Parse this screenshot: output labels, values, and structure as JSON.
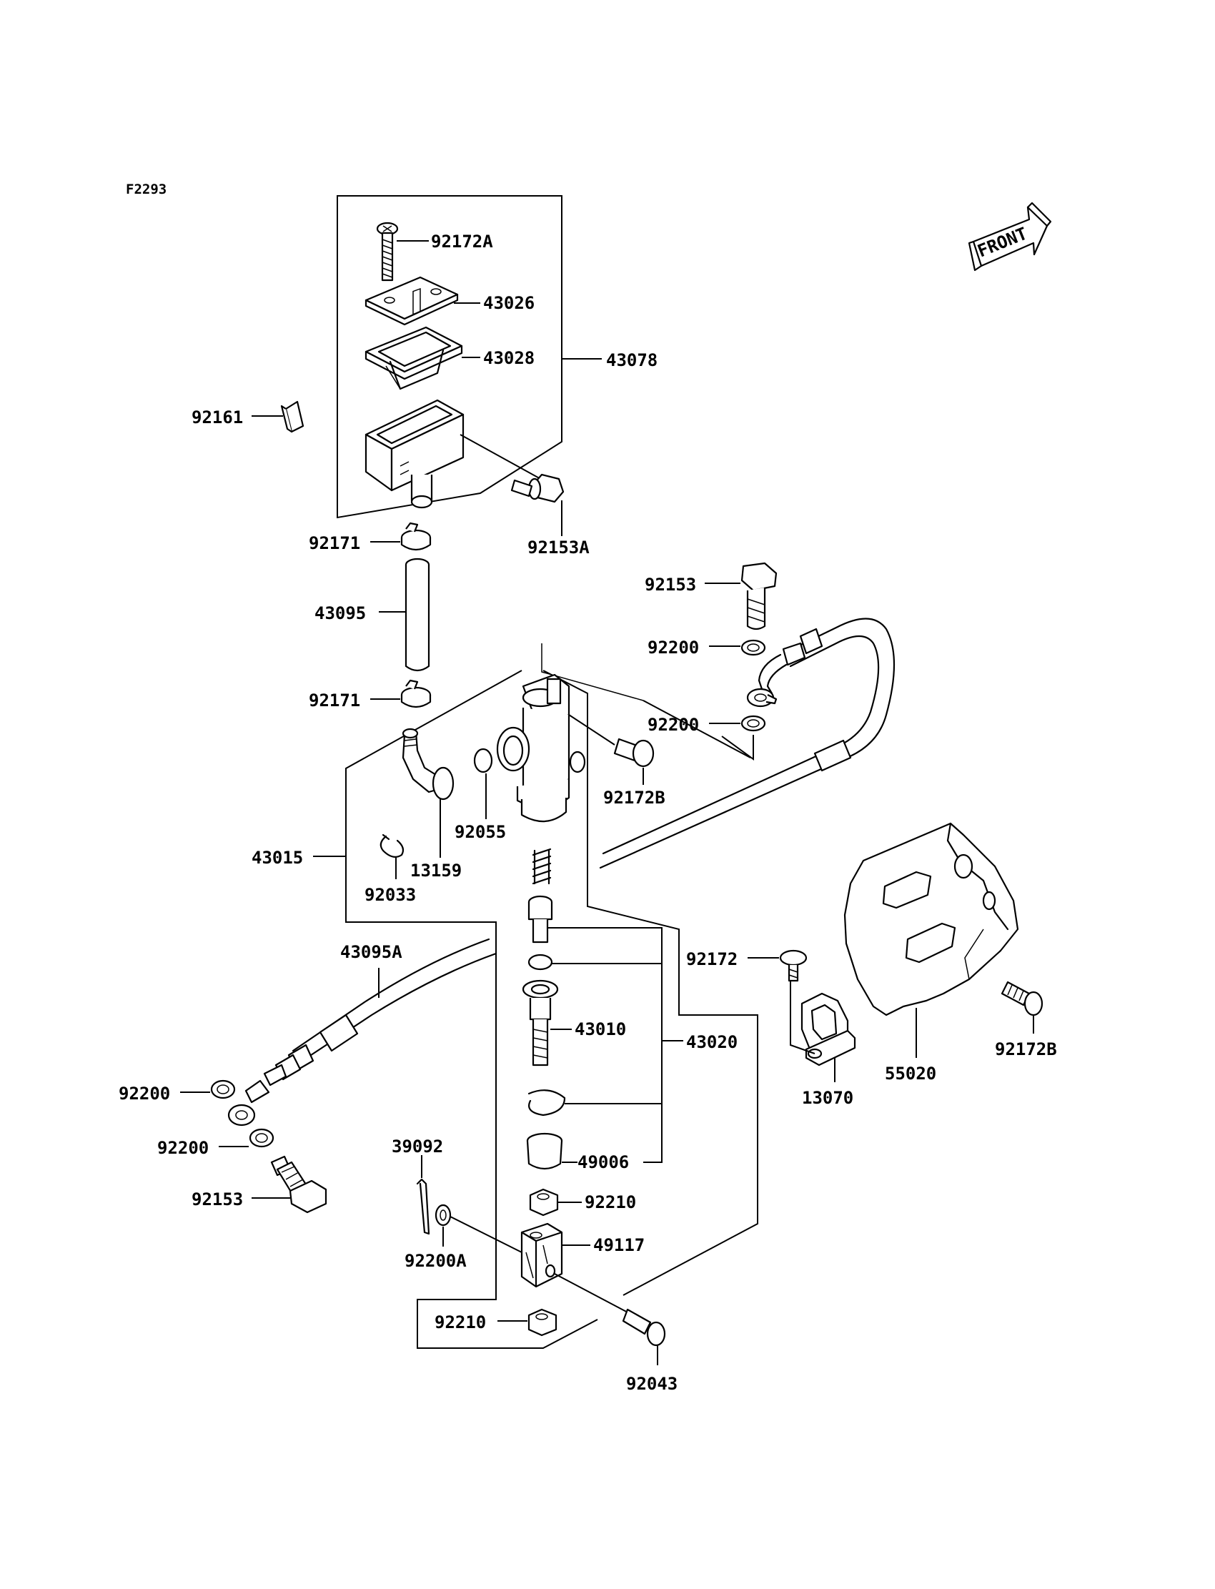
{
  "figure_code": "F2293",
  "front_label": "FRONT",
  "labels": {
    "p92172A": "92172A",
    "p43026": "43026",
    "p43028": "43028",
    "p43078": "43078",
    "p92161": "92161",
    "p92153A": "92153A",
    "p92171_top": "92171",
    "p43095": "43095",
    "p92171_bot": "92171",
    "p92153_top": "92153",
    "p92200_a": "92200",
    "p92200_b": "92200",
    "p92172B_top": "92172B",
    "p92055": "92055",
    "p43015": "43015",
    "p13159": "13159",
    "p92033": "92033",
    "p43095A": "43095A",
    "p92172": "92172",
    "p43010": "43010",
    "p43020": "43020",
    "p55020": "55020",
    "p92172B_right": "92172B",
    "p13070": "13070",
    "p92200_c": "92200",
    "p92200_d": "92200",
    "p92153_bot": "92153",
    "p39092": "39092",
    "p49006": "49006",
    "p92210_a": "92210",
    "p49117": "49117",
    "p92200A": "92200A",
    "p92210_b": "92210",
    "p92043": "92043"
  }
}
